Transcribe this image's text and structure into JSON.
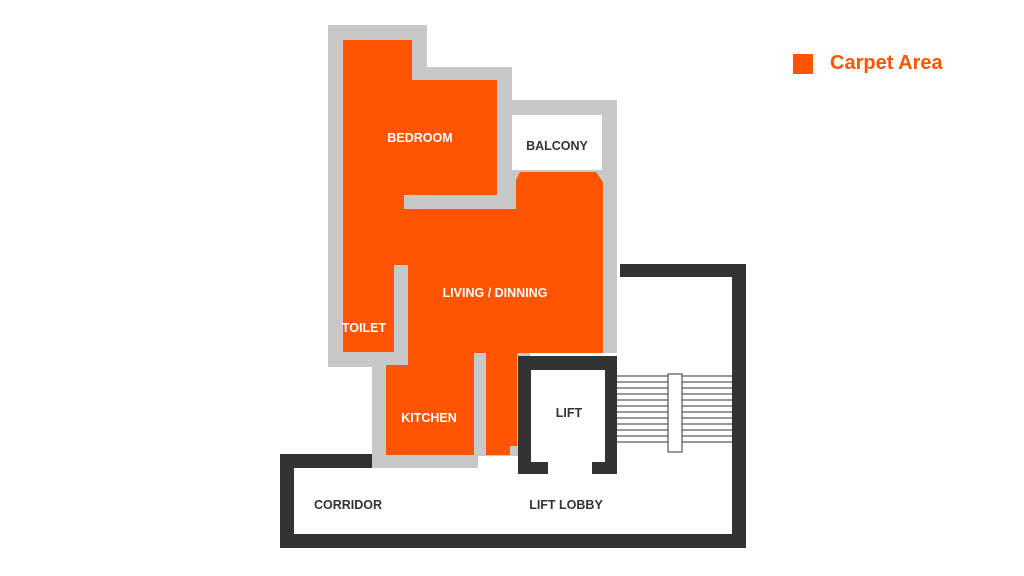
{
  "colors": {
    "carpet": "#ff5500",
    "wall_grey": "#c8c8c8",
    "wall_dark": "#333333",
    "label_light": "#ffffff",
    "label_dark": "#333333",
    "background": "#ffffff"
  },
  "legend": {
    "label": "Carpet Area",
    "swatch_color": "#ff5500"
  },
  "rooms": {
    "bedroom": "BEDROOM",
    "balcony": "BALCONY",
    "living_dining": "LIVING / DINNING",
    "toilet": "TOILET",
    "kitchen": "KITCHEN",
    "lift": "LIFT",
    "corridor": "CORRIDOR",
    "lift_lobby": "LIFT LOBBY"
  }
}
